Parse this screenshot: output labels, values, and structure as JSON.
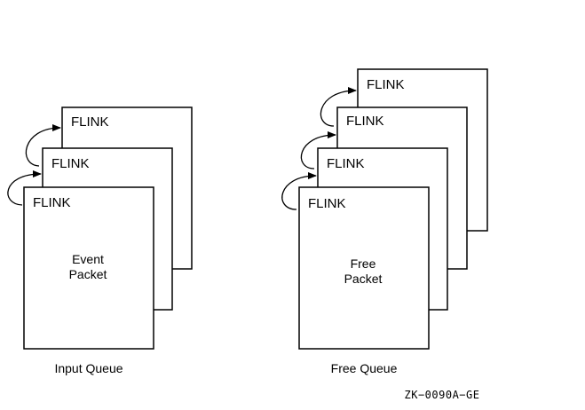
{
  "input_queue": {
    "caption": "Input Queue",
    "packet_label_line1": "Event",
    "packet_label_line2": "Packet",
    "flink_labels": [
      "FLINK",
      "FLINK",
      "FLINK"
    ]
  },
  "free_queue": {
    "caption": "Free Queue",
    "packet_label_line1": "Free",
    "packet_label_line2": "Packet",
    "flink_labels": [
      "FLINK",
      "FLINK",
      "FLINK",
      "FLINK"
    ]
  },
  "figure_code": "ZK−0090A−GE"
}
